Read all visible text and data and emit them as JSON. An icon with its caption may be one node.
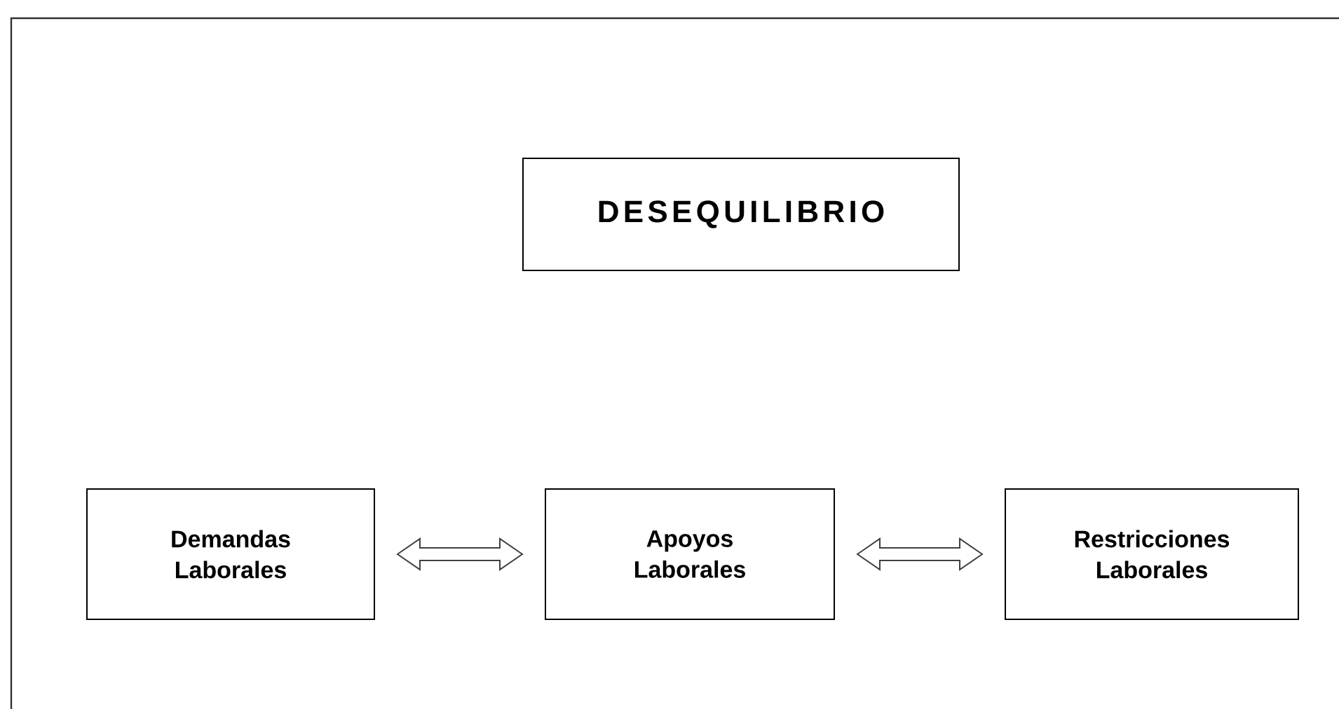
{
  "diagram": {
    "nodes": [
      {
        "text": [
          "DESEQUILIBRIO"
        ]
      },
      {
        "text": [
          "Demandas Laborales"
        ]
      },
      {
        "text": [
          "Apoyos Laborales"
        ]
      },
      {
        "text": [
          "Restricciones Laborales"
        ]
      }
    ],
    "edges": [
      {
        "from": 1,
        "to": 2,
        "arrow": "both"
      },
      {
        "from": 2,
        "to": 3,
        "arrow": "both"
      }
    ]
  }
}
